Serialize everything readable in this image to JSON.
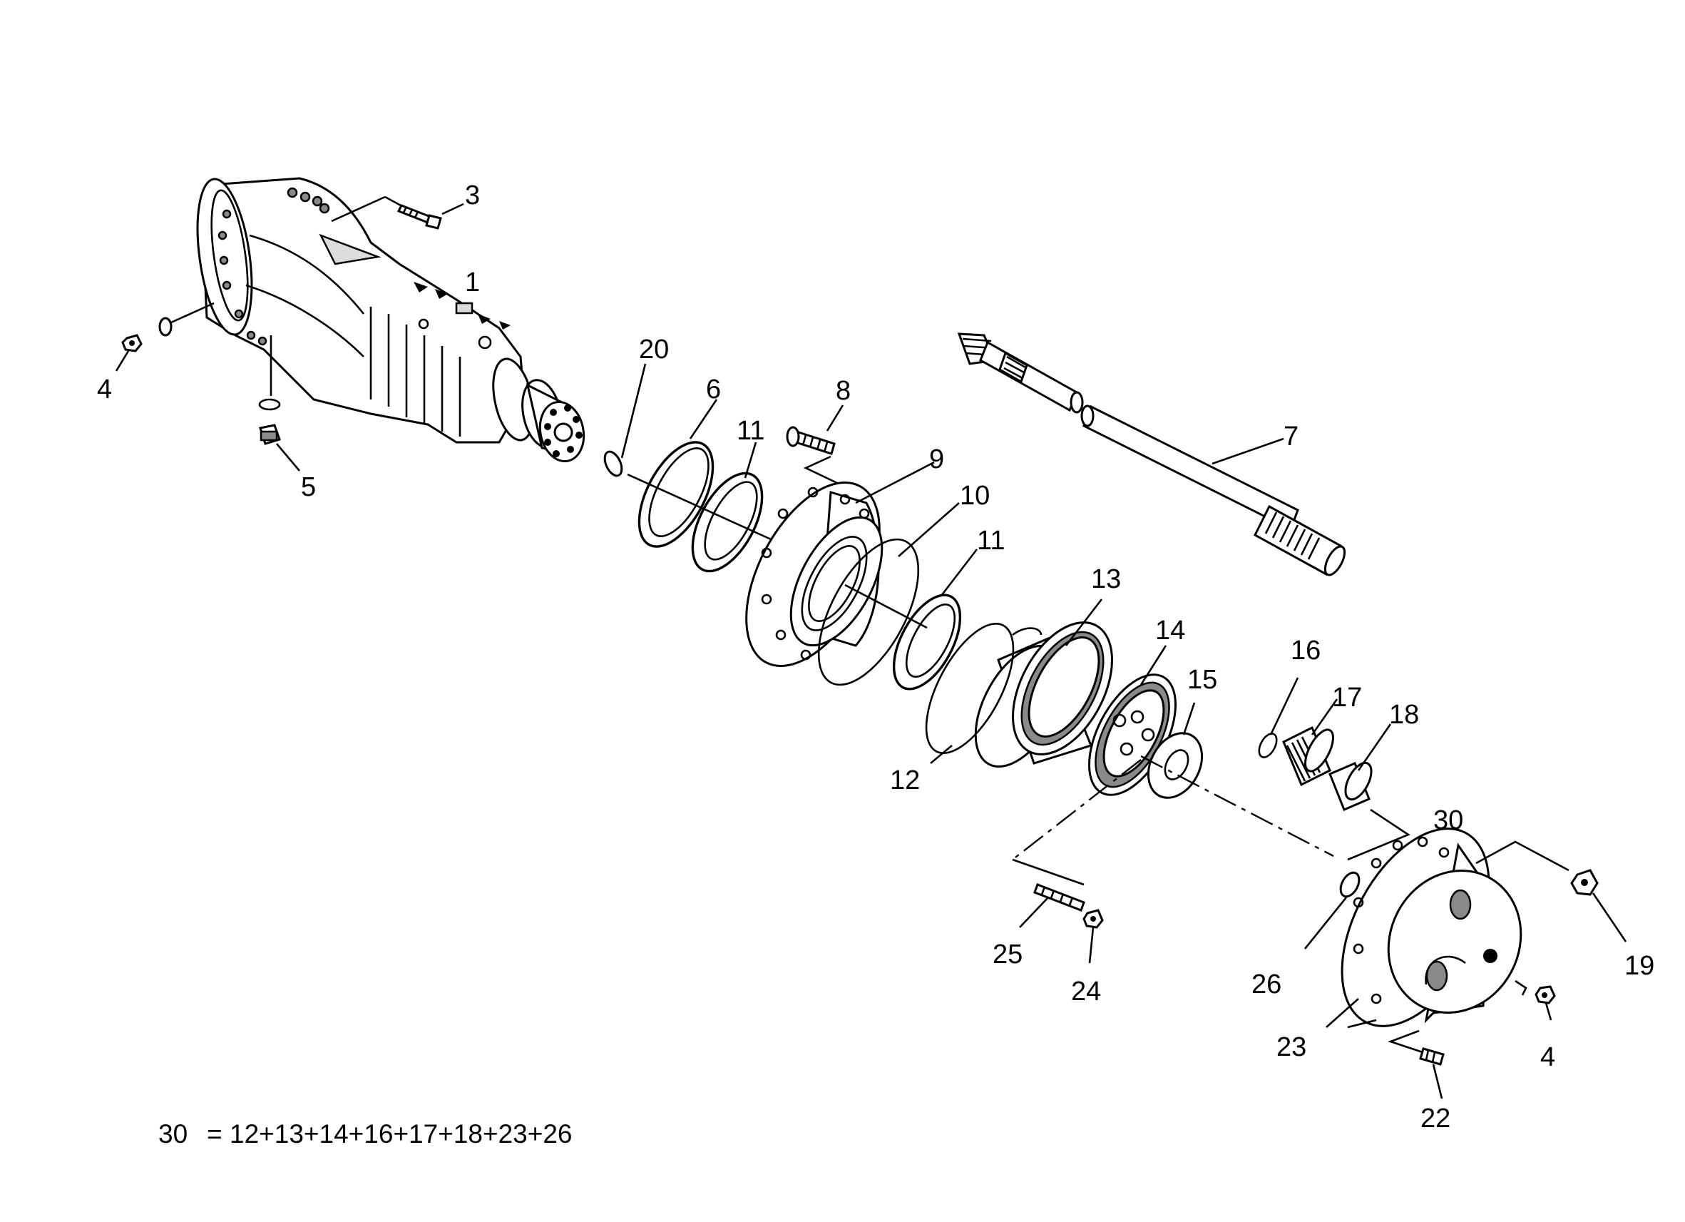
{
  "callouts": [
    {
      "id": "c1",
      "label": "1"
    },
    {
      "id": "c3",
      "label": "3"
    },
    {
      "id": "c4a",
      "label": "4"
    },
    {
      "id": "c5",
      "label": "5"
    },
    {
      "id": "c20",
      "label": "20"
    },
    {
      "id": "c6",
      "label": "6"
    },
    {
      "id": "c11a",
      "label": "11"
    },
    {
      "id": "c8",
      "label": "8"
    },
    {
      "id": "c9",
      "label": "9"
    },
    {
      "id": "c10",
      "label": "10"
    },
    {
      "id": "c11b",
      "label": "11"
    },
    {
      "id": "c7",
      "label": "7"
    },
    {
      "id": "c13",
      "label": "13"
    },
    {
      "id": "c14",
      "label": "14"
    },
    {
      "id": "c15",
      "label": "15"
    },
    {
      "id": "c16",
      "label": "16"
    },
    {
      "id": "c17",
      "label": "17"
    },
    {
      "id": "c18",
      "label": "18"
    },
    {
      "id": "c12",
      "label": "12"
    },
    {
      "id": "c30",
      "label": "30"
    },
    {
      "id": "c19",
      "label": "19"
    },
    {
      "id": "c25",
      "label": "25"
    },
    {
      "id": "c24",
      "label": "24"
    },
    {
      "id": "c26",
      "label": "26"
    },
    {
      "id": "c23",
      "label": "23"
    },
    {
      "id": "c4b",
      "label": "4"
    },
    {
      "id": "c22",
      "label": "22"
    }
  ],
  "formula": {
    "lhs": "30",
    "eq": "=",
    "rhs": "12+13+14+16+17+18+23+26"
  },
  "colors": {
    "line": "#000000",
    "background": "#ffffff"
  }
}
